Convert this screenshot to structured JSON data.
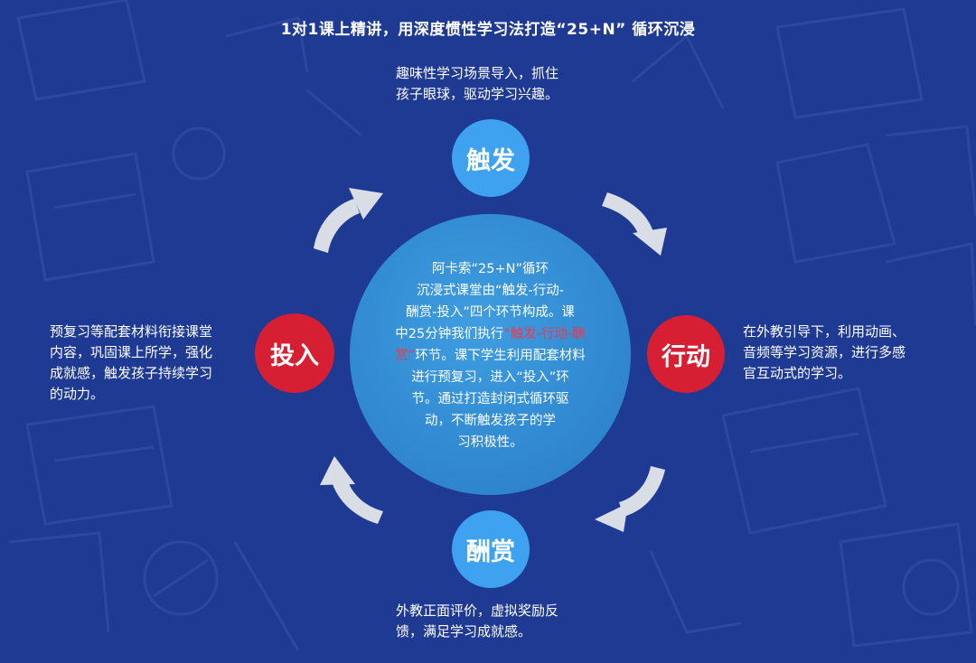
{
  "header": {
    "title": "1对1课上精讲，用深度惯性学习法打造“25+N” 循环沉浸"
  },
  "nodes": {
    "top": {
      "label": "触发",
      "color": "#3ea2f1"
    },
    "right": {
      "label": "行动",
      "color": "#d71f33"
    },
    "bottom": {
      "label": "酬赏",
      "color": "#3ea2f1"
    },
    "left": {
      "label": "投入",
      "color": "#d71f33"
    }
  },
  "descriptions": {
    "top": [
      "趣味性学习场景导入，抓住",
      "孩子眼球，驱动学习兴趣。"
    ],
    "right": [
      "在外教引导下，利用动画、",
      "音频等学习资源，进行多感",
      "官互动式的学习。"
    ],
    "left": [
      "预复习等配套材料衔接课堂",
      "内容，巩固课上所学，强化",
      "成就感，触发孩子持续学习",
      "的动力。"
    ],
    "bottom": [
      "外教正面评价，虚拟奖励反",
      "馈，满足学习成就感。"
    ]
  },
  "center": {
    "line1": "阿卡索“25+N”循环",
    "line2": "沉浸式课堂由“触发-行动-",
    "line3": "酬赏-投入”四个环节构成。课",
    "line4_pre": "中25分钟我们执行",
    "line4_hl": "“触发-行动-酬",
    "line5_hl": "赏”",
    "line5_post": "环节。课下学生利用配套材料",
    "line6": "进行预复习，进入“投入”环",
    "line7": "节。通过打造封闭式循环驱",
    "line8": "动，不断触发孩子的学",
    "line9": "习积极性。",
    "highlight_color": "#f0394a"
  }
}
